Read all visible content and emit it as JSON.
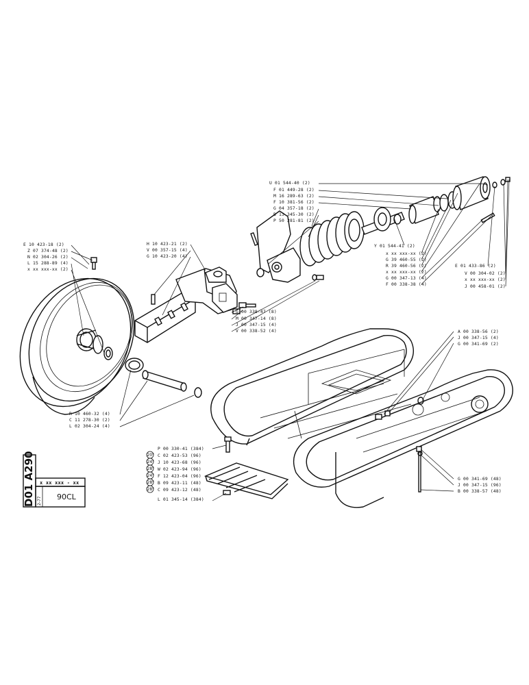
{
  "title_block": {
    "sheet_code": "D01 A290",
    "part_code": "x xx xxx - xx",
    "date": "2-77",
    "model": "90CL"
  },
  "callouts": {
    "idler_wheel": [
      "E 10 423-18 (2)",
      "Z 07 374-48 (2)",
      "N 02 304-26 (2)",
      "L 15 288-89 (4)",
      "x xx xxx-xx (2)"
    ],
    "idler_shaft": [
      "R 10 460-32 (4)",
      "C 11 278-30 (2)",
      "L 02 304-24 (4)"
    ],
    "yoke": [
      "H 10 423-21 (2)",
      "V 00 357-15 (4)",
      "G 10 423-20 (4)"
    ],
    "yoke_bolts": [
      "G 00 338-47 (8)",
      "M 00 347-14 (8)",
      "J 00 347-15 (4)",
      "V 00 338-52 (4)"
    ],
    "spring_top": [
      "U 01 544-40 (2)",
      "F 01 449-28 (2)",
      "M 16 289-63 (2)",
      "F 10 381-56 (2)",
      "G 04 357-18 (2)",
      "B 13 345-30 (2)",
      "P 50 281-81 (2)"
    ],
    "spring_right": [
      "Y 01 544-41 (2)",
      "x xx xxx-xx (2)",
      "G 39 460-55 (2)",
      "R 39 460-56 (2)",
      "x xx xxx-xx (2)",
      "G 00 347-13 (4)",
      "F 00 338-38 (4)"
    ],
    "cylinder_right": [
      "E 01 433-86 (2)",
      "V 00 304-02 (2)",
      "x xx xxx-xx (2)",
      "J 00 458-01 (2)"
    ],
    "frame_top": [
      "A 00 338-56 (2)",
      "J 00 347-15 (4)",
      "G 00 341-69 (2)"
    ],
    "frame_bottom": [
      "G 00 341-69 (48)",
      "J 00 347-15 (96)",
      "B 00 338-57 (48)"
    ],
    "shoes": [
      {
        "tag": "",
        "ref": "P 00 330-41 (384)"
      },
      {
        "tag": "20\"",
        "ref": "C 02 423-53 (96)"
      },
      {
        "tag": "24\"",
        "ref": "J 10 423-68 (96)"
      },
      {
        "tag": "28\"",
        "ref": "W 02 423-94 (96)"
      },
      {
        "tag": "24\"",
        "ref": "F 12 423-04 (96)"
      },
      {
        "tag": "28\"",
        "ref": "B 09 423-11 (48)"
      },
      {
        "tag": "28\"",
        "ref": "C 09 423-12 (48)"
      },
      {
        "tag": "",
        "ref": "L 01 345-14 (384)"
      }
    ]
  },
  "colors": {
    "ink": "#111111",
    "paper": "#ffffff"
  }
}
